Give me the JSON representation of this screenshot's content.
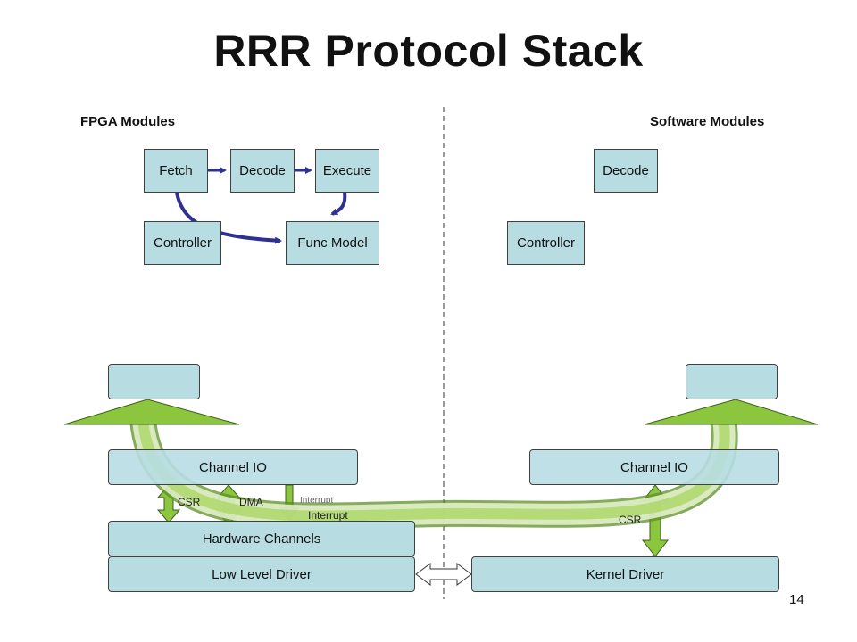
{
  "title": "RRR Protocol Stack",
  "fpga": {
    "label": "FPGA Modules",
    "fetch": "Fetch",
    "decode": "Decode",
    "execute": "Execute",
    "controller": "Controller",
    "func_model": "Func Model",
    "channel_io": "Channel IO",
    "hardware_channels": "Hardware Channels",
    "low_level_driver": "Low Level Driver",
    "csr": "CSR",
    "dma": "DMA",
    "interrupt": "Interrupt",
    "interrupt_top": "Interrupt"
  },
  "software": {
    "label": "Software Modules",
    "decode": "Decode",
    "controller": "Controller",
    "channel_io": "Channel IO",
    "kernel_driver": "Kernel Driver",
    "csr": "CSR"
  },
  "page_number": "14",
  "colors": {
    "box_fill": "#b7dde3",
    "pipeline_arrow": "#2e3192",
    "green_arrow": "#8cc63f",
    "divider": "#333333"
  }
}
